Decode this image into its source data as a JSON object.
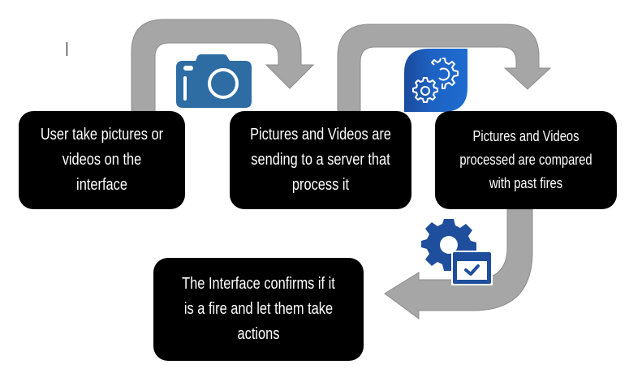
{
  "diagram": {
    "type": "process-flow",
    "colors": {
      "box_bg": "#000000",
      "box_text": "#ffffff",
      "arrow_fill": "#a6a6a6",
      "arrow_stroke": "#8c8c8c",
      "camera_icon": "#2e6ca4",
      "gears_icon_start": "#1a4a9c",
      "gears_icon_end": "#1e6bd0",
      "gear_check_icon": "#1f4e9c"
    },
    "steps": [
      {
        "id": 1,
        "text": "User take pictures or videos on the interface",
        "icon": "camera-icon"
      },
      {
        "id": 2,
        "text": "Pictures and Videos are sending to a server that process it",
        "icon": "gears-icon"
      },
      {
        "id": 3,
        "text": "Pictures and Videos processed are compared with past fires",
        "icon": "gear-check-icon"
      },
      {
        "id": 4,
        "text": "The Interface confirms if it is a fire and let them take actions",
        "icon": null
      }
    ],
    "connections": [
      {
        "from": 1,
        "to": 2
      },
      {
        "from": 2,
        "to": 3
      },
      {
        "from": 3,
        "to": 4
      }
    ]
  }
}
